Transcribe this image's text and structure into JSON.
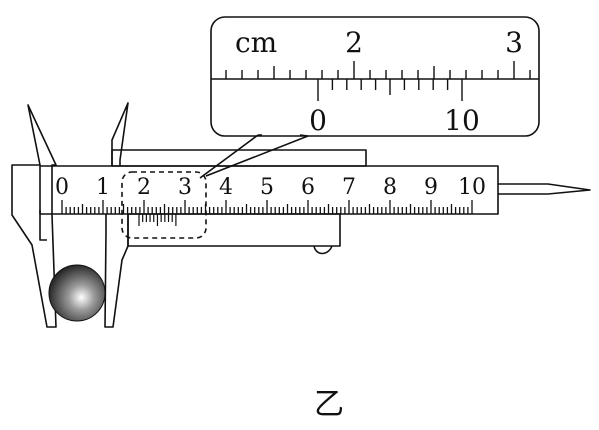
{
  "zoom_inset": {
    "unit_label": "cm",
    "main_scale_numbers": [
      "2",
      "3"
    ],
    "vernier_numbers": [
      "0",
      "10"
    ]
  },
  "main_scale": {
    "numbers": [
      "0",
      "1",
      "2",
      "3",
      "4",
      "5",
      "6",
      "7",
      "8",
      "9",
      "10"
    ]
  },
  "caption": "乙",
  "colors": {
    "stroke": "#111111",
    "background": "#ffffff"
  }
}
